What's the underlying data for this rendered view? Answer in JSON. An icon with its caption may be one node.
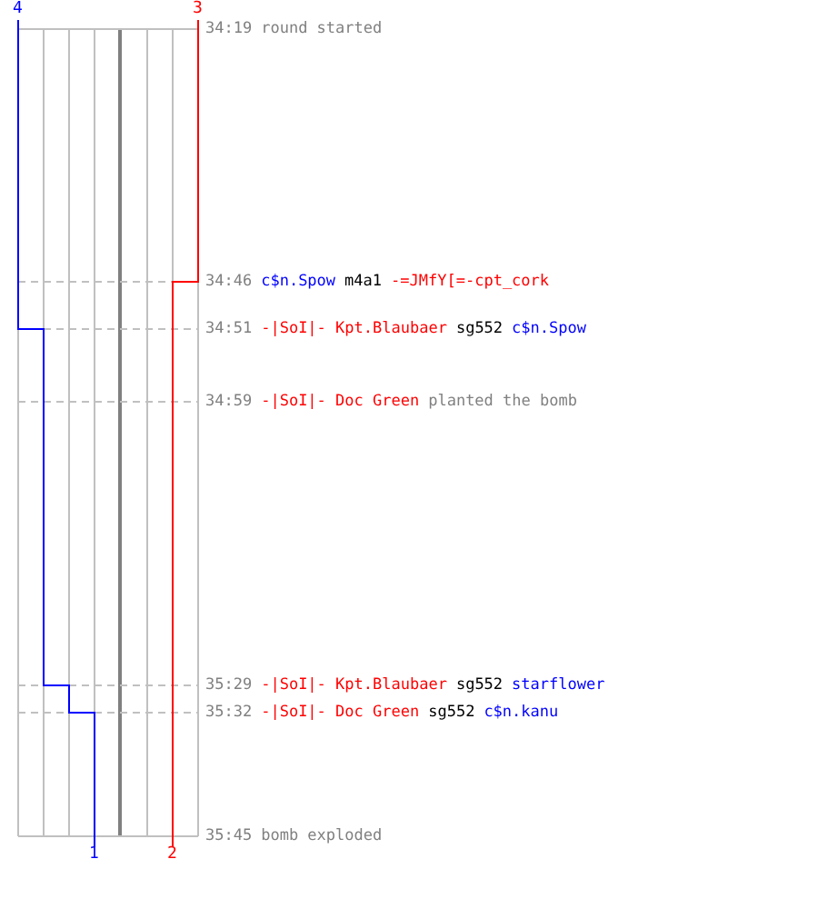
{
  "diagram": {
    "labels": [
      "4",
      "3",
      "34:19",
      "round started",
      "34:46",
      "c$n.Spow",
      "m4a1",
      "-=JMfY[=-cpt_cork",
      "34:51",
      "-|SoI|- Kpt.Blaubaer",
      "sg552",
      "c$n.Spow",
      "34:59",
      "-|SoI|- Doc Green",
      "planted the bomb",
      "35:29",
      "-|SoI|- Kpt.Blaubaer",
      "sg552",
      "starflower",
      "35:32",
      "-|SoI|- Doc Green",
      "sg552",
      "c$n.kanu",
      "35:45",
      "bomb exploded",
      "1",
      "2"
    ]
  }
}
